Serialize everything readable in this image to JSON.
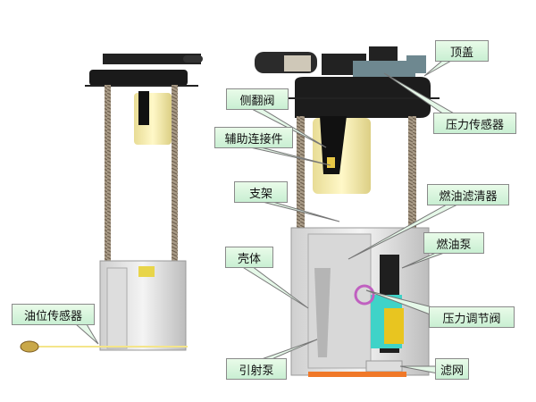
{
  "labels": {
    "top_cover": "顶盖",
    "rollover_valve": "侧翻阀",
    "pressure_sensor": "压力传感器",
    "aux_connector": "辅助连接件",
    "bracket": "支架",
    "fuel_filter": "燃油滤清器",
    "fuel_pump": "燃油泵",
    "housing": "壳体",
    "pressure_regulator": "压力调节阀",
    "level_sensor": "油位传感器",
    "jet_pump": "引射泵",
    "strainer": "滤网"
  },
  "colors": {
    "callout_fill": "#d4f3dc",
    "cover": "#1c1c1c",
    "filter": "#f3e9a8",
    "pump_cyan": "#3fd3c8"
  }
}
